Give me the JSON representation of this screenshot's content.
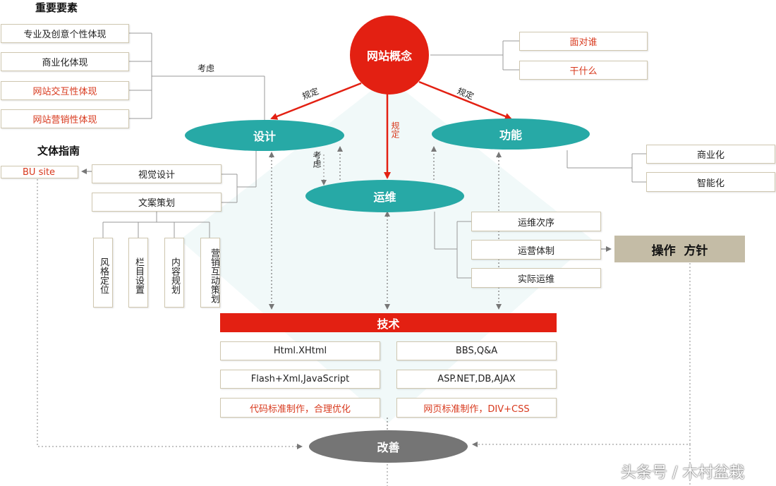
{
  "sections": {
    "key_elements_heading": "重要要素",
    "writing_guide_heading": "文体指南"
  },
  "key_elements": [
    {
      "label": "专业及创意个性体现",
      "accent": false
    },
    {
      "label": "商业化体现",
      "accent": false
    },
    {
      "label": "网站交互性体现",
      "accent": true
    },
    {
      "label": "网站营销性体现",
      "accent": true
    }
  ],
  "consider_top": "考虑",
  "center": {
    "label": "网站概念"
  },
  "concept_right": [
    {
      "label": "面对谁"
    },
    {
      "label": "干什么"
    }
  ],
  "edges": {
    "left_rule": "规定",
    "center_rule": "规定",
    "right_rule": "规定",
    "consider_mid": "考虑"
  },
  "nodes": {
    "design": "设计",
    "function": "功能",
    "ops": "运维",
    "tech": "技术",
    "improve": "改善"
  },
  "function_items": [
    {
      "label": "商业化"
    },
    {
      "label": "智能化"
    }
  ],
  "bu_site": "BU site",
  "writing_items": [
    {
      "label": "视觉设计"
    },
    {
      "label": "文案策划"
    }
  ],
  "sub_items": [
    {
      "label": "风格定位"
    },
    {
      "label": "栏目设置"
    },
    {
      "label": "内容规划"
    },
    {
      "label": "营销互动策划"
    }
  ],
  "ops_items": [
    {
      "label": "运维次序"
    },
    {
      "label": "运营体制"
    },
    {
      "label": "实际运维"
    }
  ],
  "ops_policy": "操作  方针",
  "tech_items": [
    {
      "label": "Html.XHtml",
      "accent": false
    },
    {
      "label": "BBS,Q&A",
      "accent": false
    },
    {
      "label": "Flash+Xml,JavaScript",
      "accent": false
    },
    {
      "label": "ASP.NET,DB,AJAX",
      "accent": false
    },
    {
      "label": "代码标准制作，合理优化",
      "accent": true
    },
    {
      "label": "网页标准制作，DIV+CSS",
      "accent": true
    }
  ],
  "watermark": "头条号 / 木村盆栽",
  "colors": {
    "red": "#e32012",
    "teal": "#27a9a6",
    "grey_node": "#757575",
    "accent_text": "#d8391d",
    "ops_bg": "#c4bca6"
  }
}
